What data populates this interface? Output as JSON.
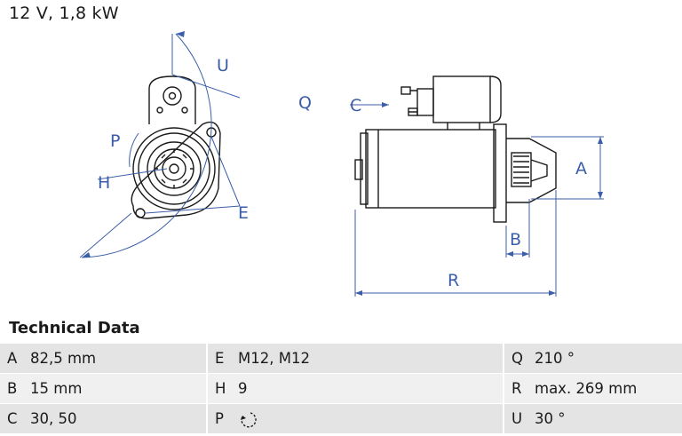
{
  "header": {
    "spec": "12 V, 1,8 kW"
  },
  "drawing": {
    "labels": {
      "c": "C",
      "p": "P",
      "h": "H",
      "u": "U",
      "q": "Q",
      "e": "E",
      "a": "A",
      "b": "B",
      "r": "R"
    },
    "colors": {
      "line": "#1a1a1a",
      "dimension": "#3b5ea8"
    }
  },
  "technical": {
    "title": "Technical Data",
    "rows": [
      [
        {
          "k": "A",
          "v": "82,5 mm"
        },
        {
          "k": "E",
          "v": "M12, M12"
        },
        {
          "k": "Q",
          "v": "210 °"
        }
      ],
      [
        {
          "k": "B",
          "v": "15 mm"
        },
        {
          "k": "H",
          "v": "9"
        },
        {
          "k": "R",
          "v": "max. 269 mm"
        }
      ],
      [
        {
          "k": "C",
          "v": "30, 50"
        },
        {
          "k": "P",
          "v": "",
          "icon": "rotation-direction-icon"
        },
        {
          "k": "U",
          "v": "30 °"
        }
      ]
    ]
  }
}
